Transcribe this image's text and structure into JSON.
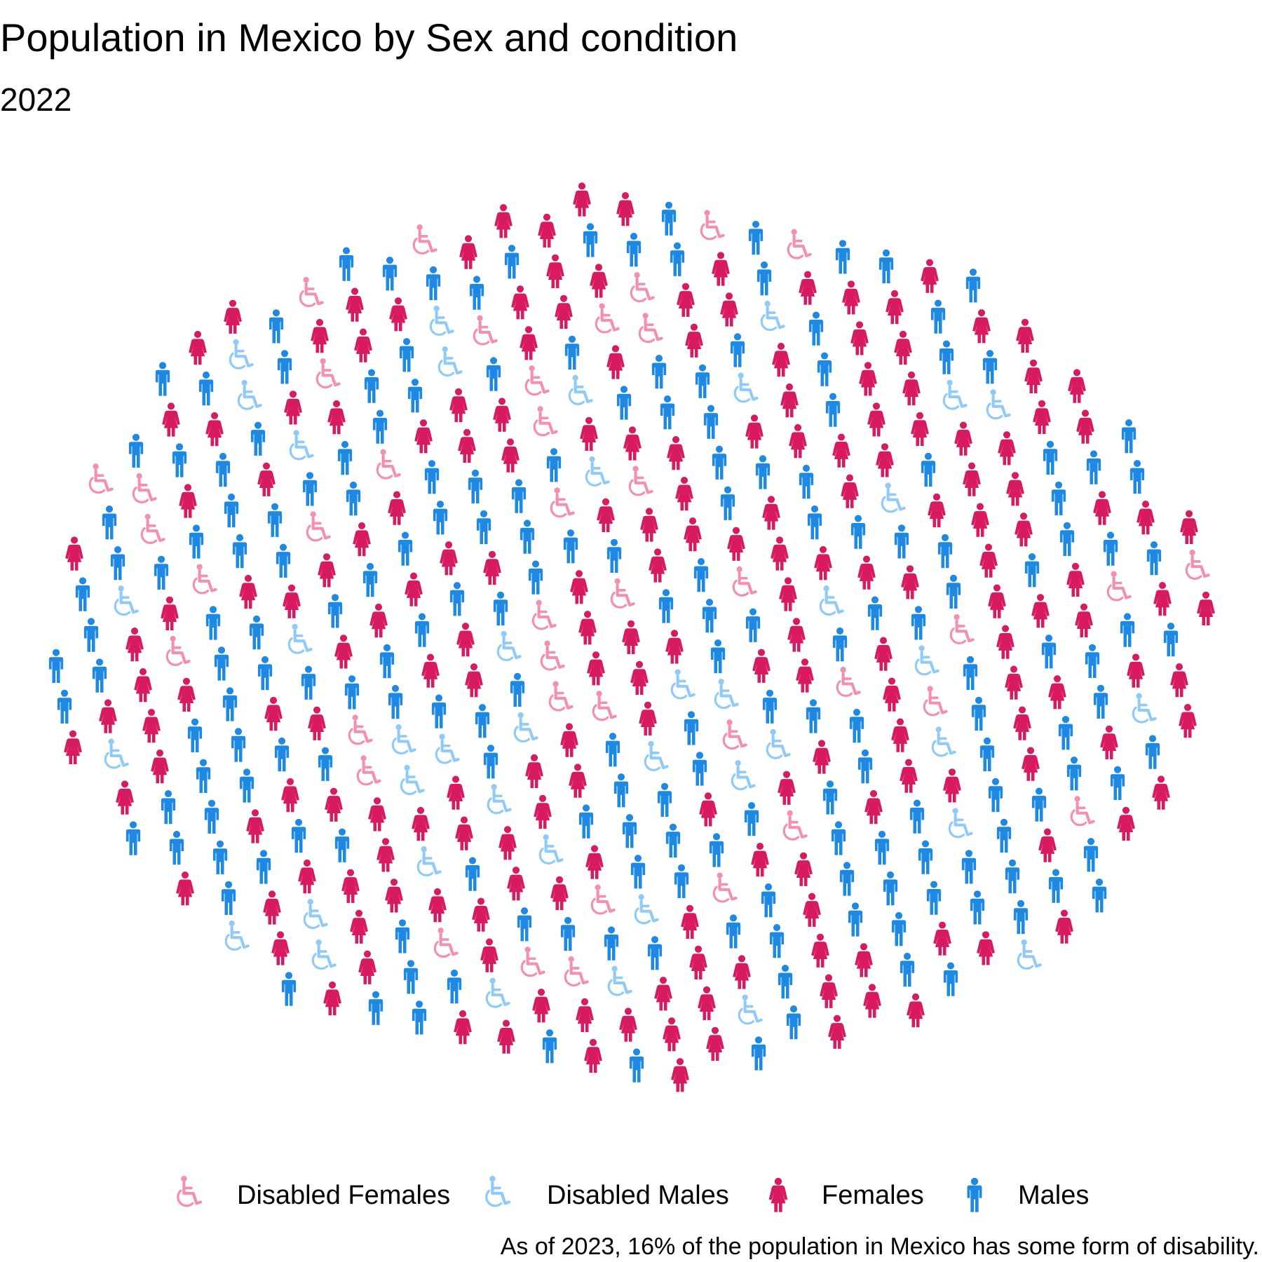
{
  "title": "Population in Mexico by Sex and condition",
  "subtitle": "2022",
  "caption": "As of 2023, 16% of the population in Mexico has some form of disability.",
  "colors": {
    "disabled_females": "#F48FB1",
    "disabled_males": "#90CAF9",
    "females": "#D81B60",
    "males": "#1E88E5"
  },
  "chart_data": {
    "type": "pictogram",
    "title": "Population in Mexico by Sex and condition",
    "subtitle": "2022",
    "shape": "ellipse",
    "total_icons": 560,
    "legend_placement": "bottom",
    "categories": [
      {
        "name": "Disabled Females",
        "icon": "wheelchair-icon",
        "color_key": "disabled_females",
        "count": 44
      },
      {
        "name": "Disabled Males",
        "icon": "wheelchair-icon",
        "color_key": "disabled_males",
        "count": 46
      },
      {
        "name": "Females",
        "icon": "female-person-icon",
        "color_key": "females",
        "count": 242
      },
      {
        "name": "Males",
        "icon": "male-person-icon",
        "color_key": "males",
        "count": 228
      }
    ]
  }
}
